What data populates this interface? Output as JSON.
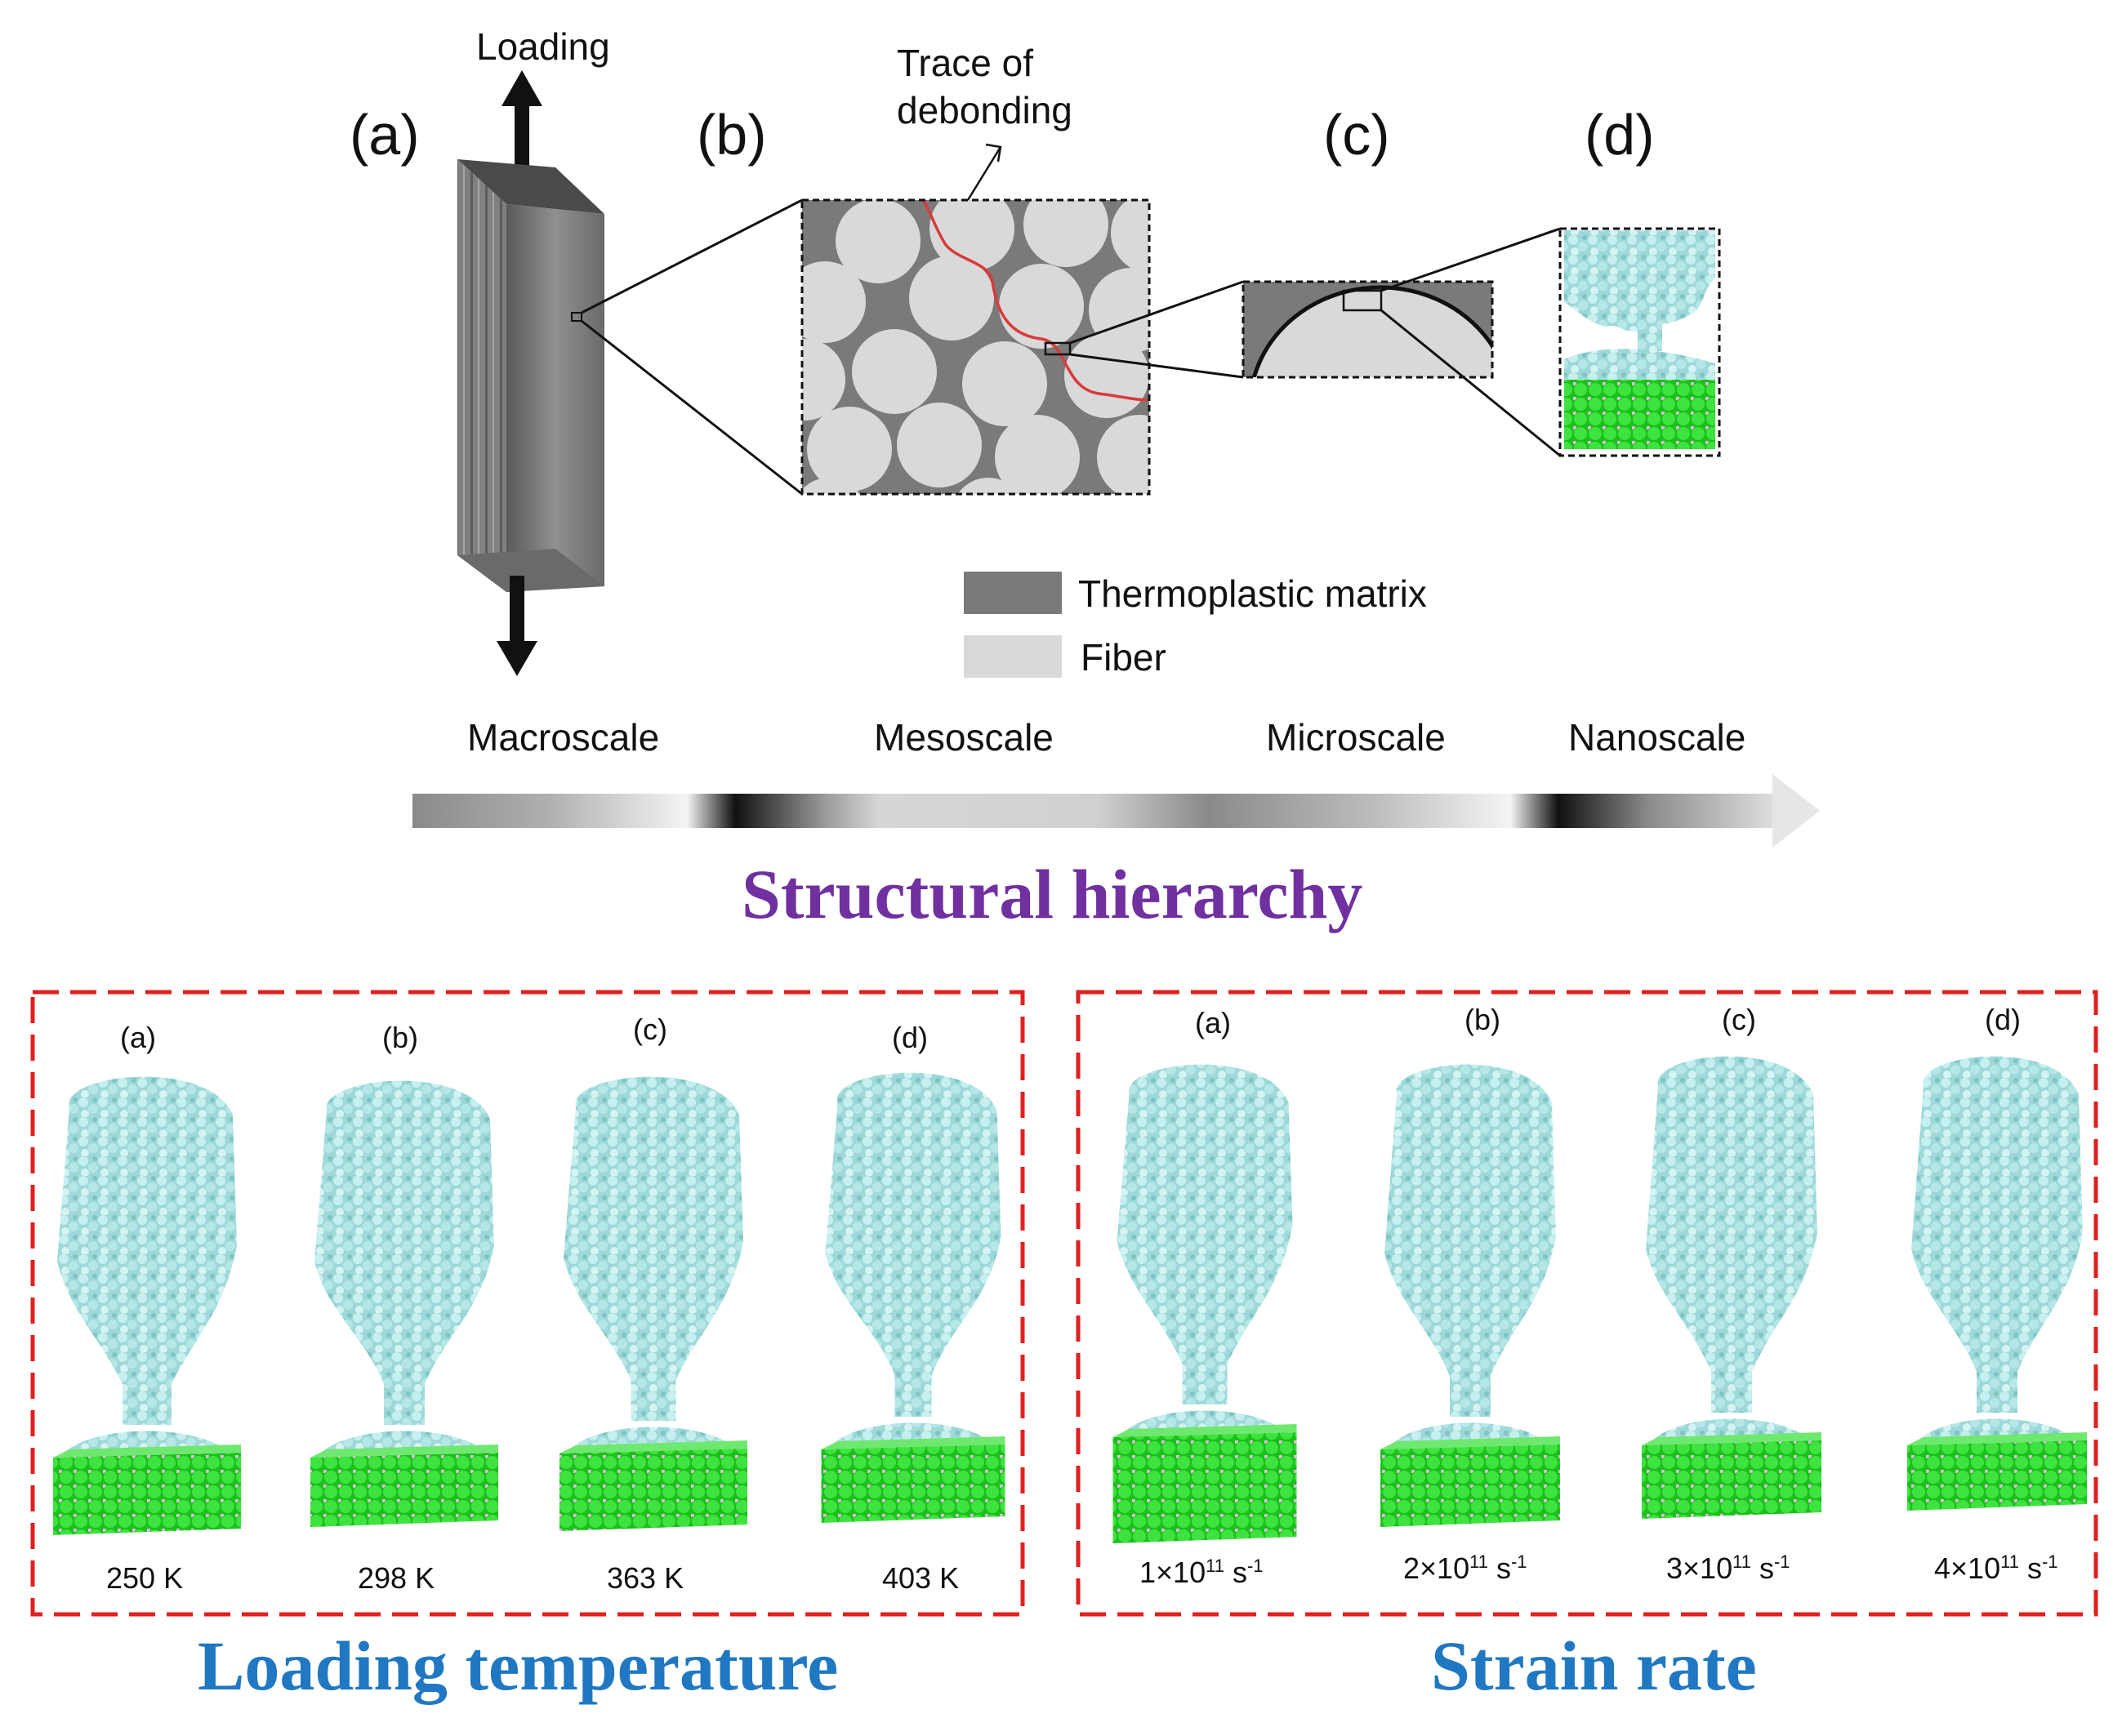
{
  "top": {
    "loading": "Loading",
    "trace_of": "Trace of",
    "debonding": "debonding",
    "labels": [
      "(a)",
      "(b)",
      "(c)",
      "(d)"
    ],
    "legend": {
      "matrix": "Thermoplastic matrix",
      "fiber": "Fiber"
    },
    "scales": [
      "Macroscale",
      "Mesoscale",
      "Microscale",
      "Nanoscale"
    ],
    "hierarchy_title": "Structural hierarchy"
  },
  "colors": {
    "matrix": "#7a7a7a",
    "fiber": "#d9d9d9",
    "debond": "#d93a3a",
    "polymer": "#9fdcdc",
    "substrate": "#2ee02e",
    "frame": "#e02020",
    "purple": "#7030a0",
    "blue": "#1f78c1"
  },
  "left_panel": {
    "labels": [
      "(a)",
      "(b)",
      "(c)",
      "(d)"
    ],
    "values": [
      "250 K",
      "298 K",
      "363 K",
      "403 K"
    ],
    "title": "Loading temperature"
  },
  "right_panel": {
    "labels": [
      "(a)",
      "(b)",
      "(c)",
      "(d)"
    ],
    "values": [
      {
        "coef": "1×10",
        "exp": "11",
        "unit": " s",
        "uexp": "-1"
      },
      {
        "coef": "2×10",
        "exp": "11",
        "unit": " s",
        "uexp": "-1"
      },
      {
        "coef": "3×10",
        "exp": "11",
        "unit": " s",
        "uexp": "-1"
      },
      {
        "coef": "4×10",
        "exp": "11",
        "unit": " s",
        "uexp": "-1"
      }
    ],
    "title": "Strain rate"
  }
}
